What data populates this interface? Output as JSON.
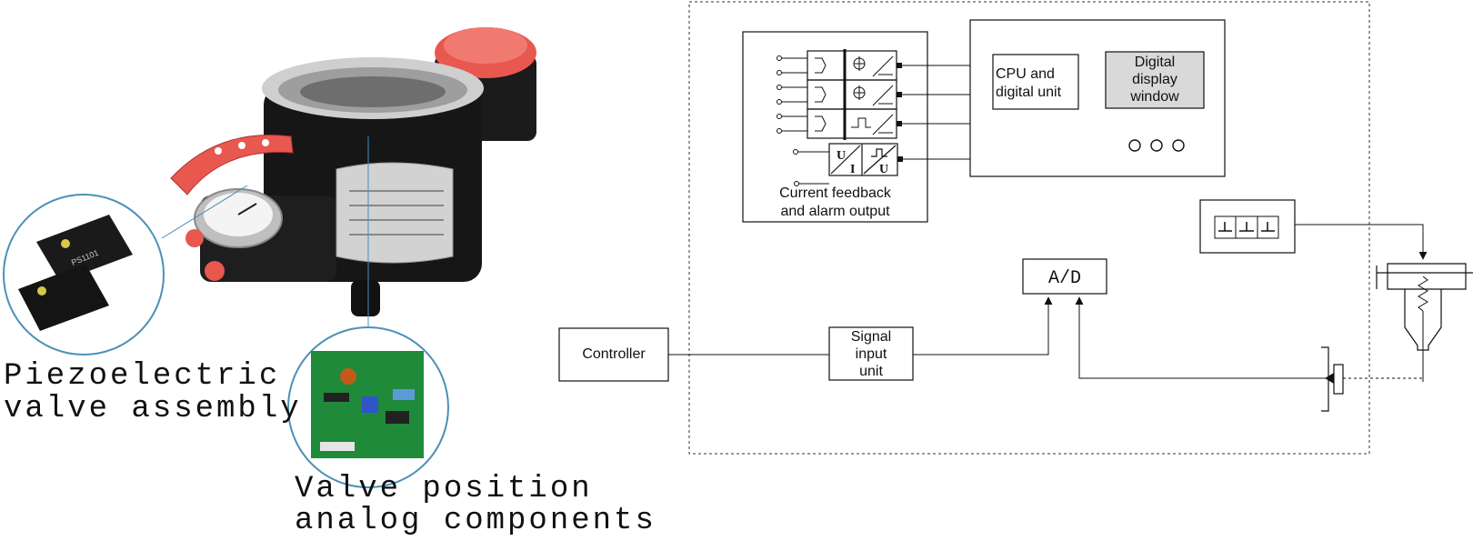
{
  "photo": {
    "captions": {
      "piezo_line1": "Piezoelectric",
      "piezo_line2": "valve assembly",
      "valve_pos_line1": "Valve position",
      "valve_pos_line2": "analog components"
    }
  },
  "diagram": {
    "controller": "Controller",
    "signal_input_unit": {
      "line1": "Signal",
      "line2": "input",
      "line3": "unit"
    },
    "ad_converter": "A/D",
    "cpu_unit": {
      "line1": "CPU and",
      "line2": "digital unit"
    },
    "display_window": {
      "line1": "Digital",
      "line2": "display",
      "line3": "window"
    },
    "feedback_module": {
      "line1": "Current feedback",
      "line2": "and alarm output",
      "u_label": "U",
      "i_label": "I"
    }
  },
  "colors": {
    "line": "#111111",
    "display_fill": "#d9d9d9",
    "actuator_red": "#e8584f",
    "pcb_green": "#1f8a3a",
    "circle_border": "#4a90b8"
  }
}
